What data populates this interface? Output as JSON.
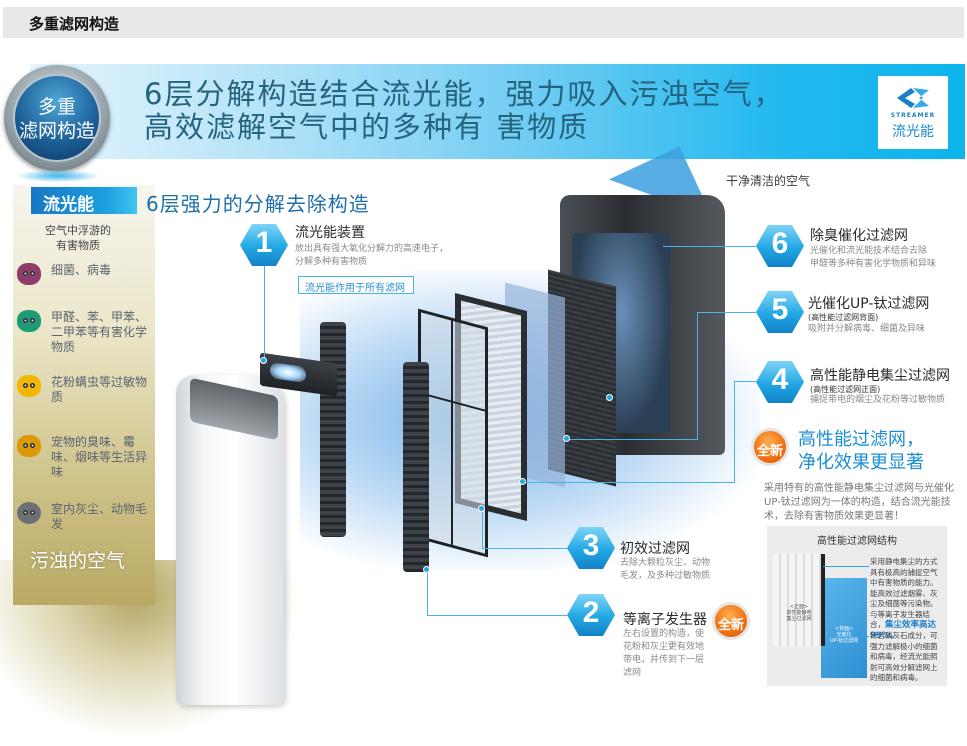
{
  "page": {
    "section_header": "多重滤网构造"
  },
  "banner": {
    "badge_lines": [
      "多重",
      "滤网构造"
    ],
    "headline_lines": [
      "6层分解构造结合流光能，强力吸入污浊空气，",
      "高效滤解空气中的多种有 害物质"
    ],
    "logo": {
      "en": "STREAMER",
      "cn": "流光能"
    },
    "colors": {
      "gradient_start": "#e6f5fd",
      "gradient_end": "#0db4ec",
      "headline": "#24647f"
    }
  },
  "left_panel": {
    "tag": "流光能",
    "intro": "空气中浮游的\n有害物质",
    "pollutants": [
      {
        "icon": "bacteria-virus-icon",
        "label": "细菌、病毒",
        "color": "#8e3d6a"
      },
      {
        "icon": "chemical-icon",
        "label": "甲醛、苯、甲苯、二甲苯等有害化学物质",
        "color": "#1f9a78"
      },
      {
        "icon": "pollen-icon",
        "label": "花粉螨虫等过敏物质",
        "color": "#f2b705"
      },
      {
        "icon": "odor-icon",
        "label": "宠物的臭味、霉味、烟味等生活异味",
        "color": "#d99a06"
      },
      {
        "icon": "dust-icon",
        "label": "室内灰尘、动物毛发",
        "color": "#6c6f74"
      }
    ],
    "dirty_air": "污浊的空气"
  },
  "diagram": {
    "section_title": "6层强力的分解去除构造",
    "clean_air": "干净清洁的空气",
    "applies_all": "流光能作用于所有滤网",
    "steps": [
      {
        "num": "1",
        "title": "流光能装置",
        "sub": "",
        "desc": "放出具有强大氧化分解力的高速电子，\n分解多种有害物质"
      },
      {
        "num": "2",
        "title": "等离子发生器",
        "sub": "",
        "desc": "左右设置的构造，使\n花粉和灰尘更有效地\n带电，并传到下一层\n滤网",
        "new": "全新"
      },
      {
        "num": "3",
        "title": "初效过滤网",
        "sub": "",
        "desc": "去除大颗粒灰尘、动物\n毛发，及多种过敏物质"
      },
      {
        "num": "4",
        "title": "高性能静电集尘过滤网",
        "sub": "(高性能过滤网正面)",
        "desc": "捕捉带电的烟尘及花粉等过敏物质"
      },
      {
        "num": "5",
        "title": "光催化UP-钛过滤网",
        "sub": "(高性能过滤网背面)",
        "desc": "吸附并分解病毒、细菌及异味"
      },
      {
        "num": "6",
        "title": "除臭催化过滤网",
        "sub": "",
        "desc": "光催化和流光能技术结合去除\n甲醛等多种有害化学物质和异味"
      }
    ]
  },
  "highlight": {
    "new_badge": "全新",
    "title_lines": [
      "高性能过滤网，",
      "净化效果更显著"
    ],
    "desc": "采用特有的高性能静电集尘过滤网与光催化UP-钛过滤网为一体的构造，结合流光能技术，去除有害物质效果更显著！"
  },
  "structure_box": {
    "title": "高性能过滤网结构",
    "hepa_label": "<正面>\n高性能静电\n集尘过滤网",
    "blue_label": "<背面>\n光催化\nUP-钛过滤网",
    "desc1": "采用静电集尘的方式具有极高的捕捉空气中有害物质的能力。能高效过滤烟雾、灰尘及细菌等污染物。与等离子发生器结合，",
    "desc1_emphasis": "集尘效率高达99%。",
    "desc2": "特含磷灰石成分，可强力滤解极小的细菌和病毒，经流光能照射可高效分解滤网上的细菌和病毒。"
  }
}
